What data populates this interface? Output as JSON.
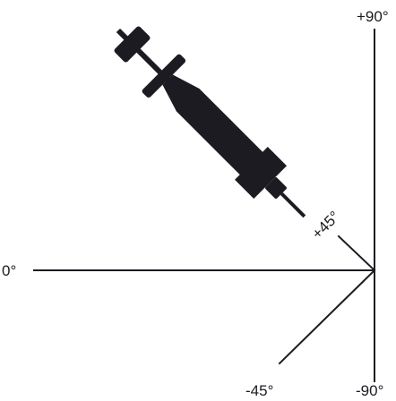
{
  "labels": {
    "plus_90": "+90°",
    "minus_90": "-90°",
    "zero": "0°",
    "plus_45": "+45°",
    "minus_45": "-45°"
  },
  "colors": {
    "ink": "#1c1b22",
    "background": "#ffffff"
  },
  "icons": {
    "syringe": "syringe-icon"
  }
}
